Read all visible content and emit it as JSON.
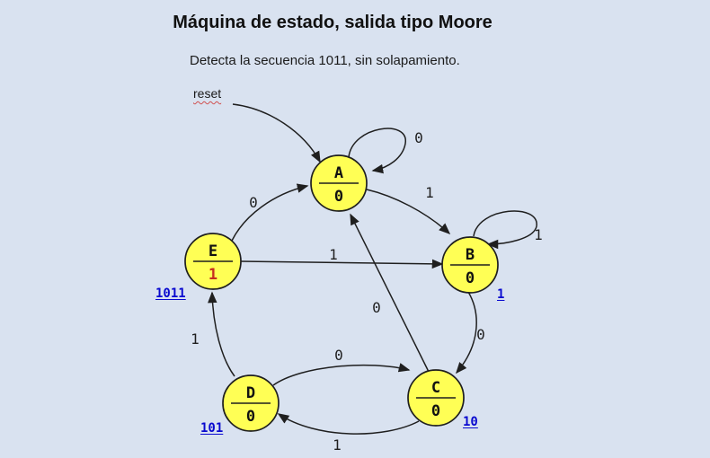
{
  "title": "Máquina de estado, salida tipo Moore",
  "subtitle": "Detecta la secuencia 1011, sin solapamiento.",
  "reset_label": "reset",
  "colors": {
    "background": "#d9e2f0",
    "state_fill": "#ffff55",
    "state_stroke": "#1f1f1f",
    "edge": "#1f1f1f",
    "output_accent": "#c62d1f",
    "sequence_label": "#0909cf"
  },
  "states": {
    "a": {
      "name": "A",
      "output": "0"
    },
    "b": {
      "name": "B",
      "output": "0"
    },
    "c": {
      "name": "C",
      "output": "0"
    },
    "d": {
      "name": "D",
      "output": "0"
    },
    "e": {
      "name": "E",
      "output": "1"
    }
  },
  "sequence_labels": {
    "e": "1011",
    "b": "1",
    "c": "10",
    "d": "101"
  },
  "edge_labels": {
    "a_self": "0",
    "a_to_b": "1",
    "b_self": "1",
    "b_to_c": "0",
    "c_to_a": "0",
    "c_to_d": "1",
    "d_to_c": "0",
    "d_to_e": "1",
    "e_to_a": "0",
    "e_to_b": "1"
  }
}
